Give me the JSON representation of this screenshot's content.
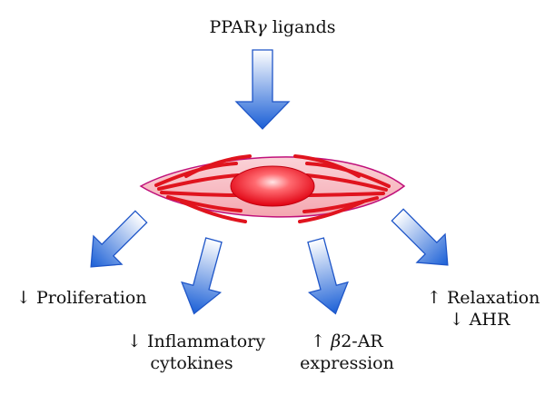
{
  "top": {
    "prefix": "PPAR",
    "greek": "γ",
    "suffix": " ligands"
  },
  "outcomes": {
    "proliferation": {
      "line1": "↓ Proliferation"
    },
    "inflammatory": {
      "line1": "↓ Inflammatory",
      "line2": "cytokines"
    },
    "beta": {
      "arrow": "↑ ",
      "greek": "β",
      "rest": "2-AR",
      "line2": "expression"
    },
    "relaxation": {
      "line1": "↑ Relaxation",
      "line2": "↓ AHR"
    }
  },
  "colors": {
    "arrow_dark": "#1a5fd6",
    "arrow_light": "#ffffff",
    "arrow_outline": "#1f56c8",
    "cell_fill": "#f7b8c0",
    "cell_outline": "#c0107a",
    "fibers": "#e0141e",
    "nucleus": "#e8141e"
  },
  "icons": {
    "arrow": "block-arrow-icon",
    "cell": "smooth-muscle-cell-icon"
  }
}
